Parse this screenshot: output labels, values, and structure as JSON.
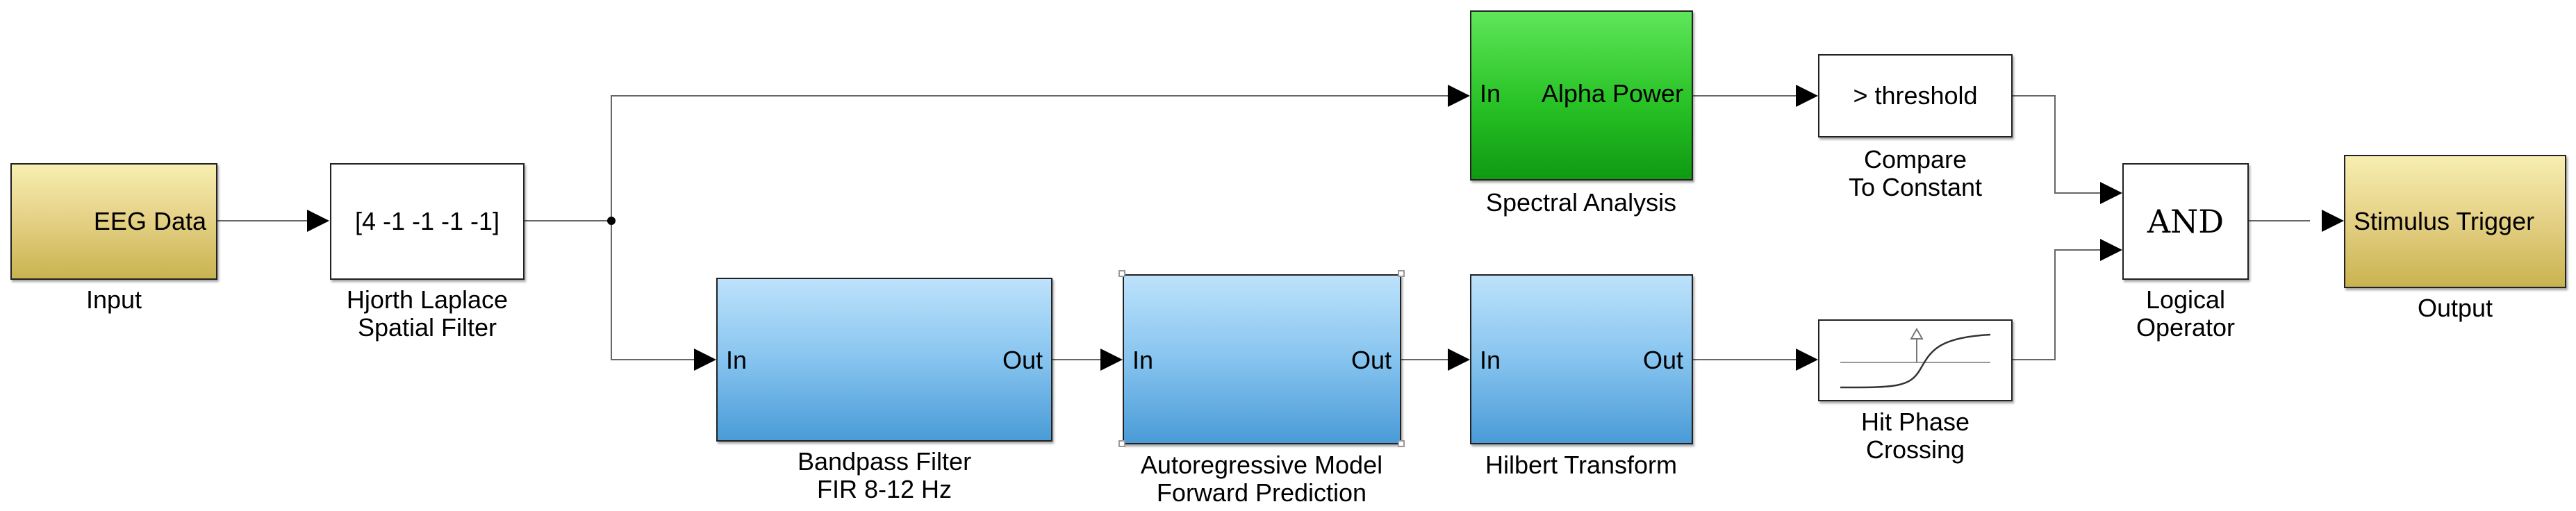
{
  "blocks": {
    "input": {
      "label": "EEG Data",
      "caption": [
        "Input"
      ]
    },
    "laplace": {
      "label": "[4 -1 -1 -1 -1]",
      "caption": [
        "Hjorth Laplace",
        "Spatial Filter"
      ]
    },
    "spectral": {
      "in_port": "In",
      "out_port": "Alpha Power",
      "caption": [
        "Spectral Analysis"
      ]
    },
    "compare": {
      "label": "> threshold",
      "caption": [
        "Compare",
        "To Constant"
      ]
    },
    "bandpass": {
      "in_port": "In",
      "out_port": "Out",
      "caption": [
        "Bandpass Filter",
        "FIR 8-12 Hz"
      ]
    },
    "ar_model": {
      "in_port": "In",
      "out_port": "Out",
      "caption": [
        "Autoregressive Model",
        "Forward Prediction"
      ]
    },
    "hilbert": {
      "in_port": "In",
      "out_port": "Out",
      "caption": [
        "Hilbert Transform"
      ]
    },
    "hit_phase": {
      "icon": "phase-crossing-icon",
      "caption": [
        "Hit Phase",
        "Crossing"
      ]
    },
    "logical": {
      "label": "AND",
      "caption": [
        "Logical",
        "Operator"
      ]
    },
    "output": {
      "label": "Stimulus Trigger",
      "caption": [
        "Output"
      ]
    }
  },
  "colors": {
    "source_sink": "#e6d389",
    "subsystem": "#86c4ef",
    "spectral": "#28c226",
    "wire": "#555555"
  }
}
